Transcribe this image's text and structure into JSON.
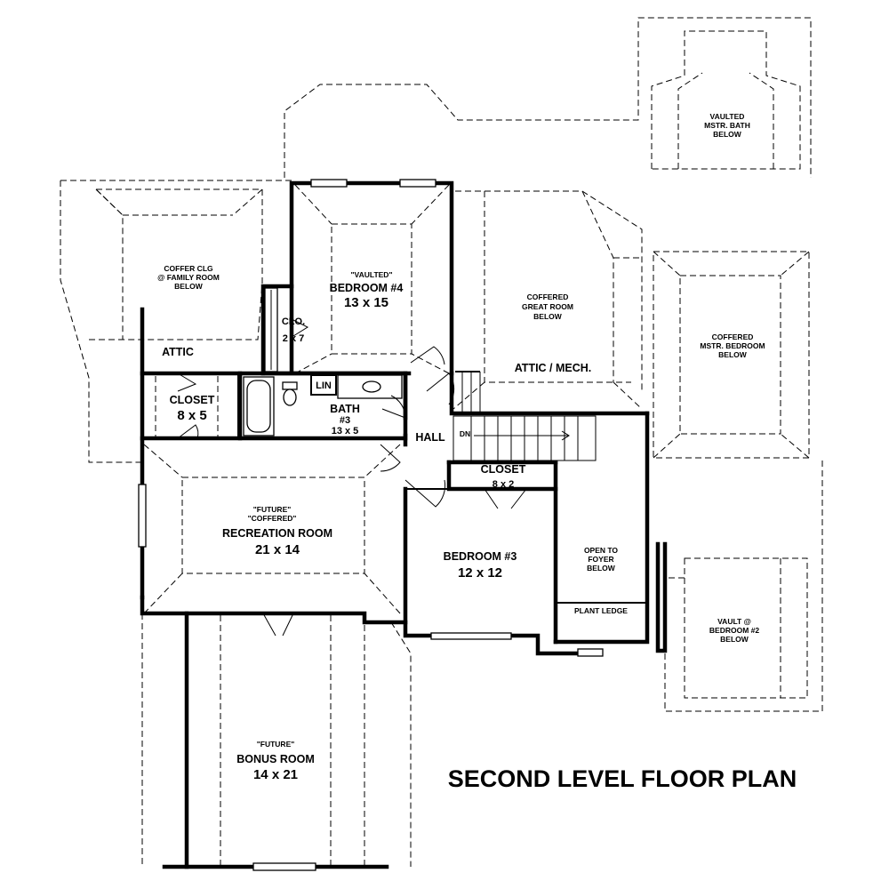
{
  "title": "SECOND LEVEL FLOOR PLAN",
  "rooms": {
    "family_below": {
      "line1": "COFFER CLG",
      "line2": "@ FAMILY ROOM",
      "line3": "BELOW"
    },
    "attic": {
      "name": "ATTIC"
    },
    "bedroom4": {
      "note": "\"VAULTED\"",
      "name": "BEDROOM #4",
      "size": "13 x 15"
    },
    "clo": {
      "name": "CLO.",
      "size": "2 x 7"
    },
    "great_below": {
      "line1": "COFFERED",
      "line2": "GREAT ROOM",
      "line3": "BELOW"
    },
    "attic_mech": {
      "name": "ATTIC / MECH."
    },
    "mstr_bath_below": {
      "line1": "VAULTED",
      "line2": "MSTR. BATH",
      "line3": "BELOW"
    },
    "mstr_bed_below": {
      "line1": "COFFERED",
      "line2": "MSTR. BEDROOM",
      "line3": "BELOW"
    },
    "closet_left": {
      "name": "CLOSET",
      "size": "8 x 5"
    },
    "lin": {
      "name": "LIN"
    },
    "bath3": {
      "line1": "BATH",
      "line2": "#3",
      "size": "13 x 5"
    },
    "hall": {
      "name": "HALL"
    },
    "stair": {
      "label": "DN"
    },
    "closet_bed3": {
      "name": "CLOSET",
      "size": "8 x 2"
    },
    "recreation": {
      "note1": "\"FUTURE\"",
      "note2": "\"COFFERED\"",
      "name": "RECREATION ROOM",
      "size": "21 x 14"
    },
    "bedroom3": {
      "name": "BEDROOM #3",
      "size": "12 x 12"
    },
    "foyer_below": {
      "line1": "OPEN TO",
      "line2": "FOYER",
      "line3": "BELOW"
    },
    "plant_ledge": {
      "name": "PLANT LEDGE"
    },
    "bed2_below": {
      "line1": "VAULT @",
      "line2": "BEDROOM #2",
      "line3": "BELOW"
    },
    "bonus": {
      "note": "\"FUTURE\"",
      "name": "BONUS ROOM",
      "size": "14 x 21"
    }
  }
}
